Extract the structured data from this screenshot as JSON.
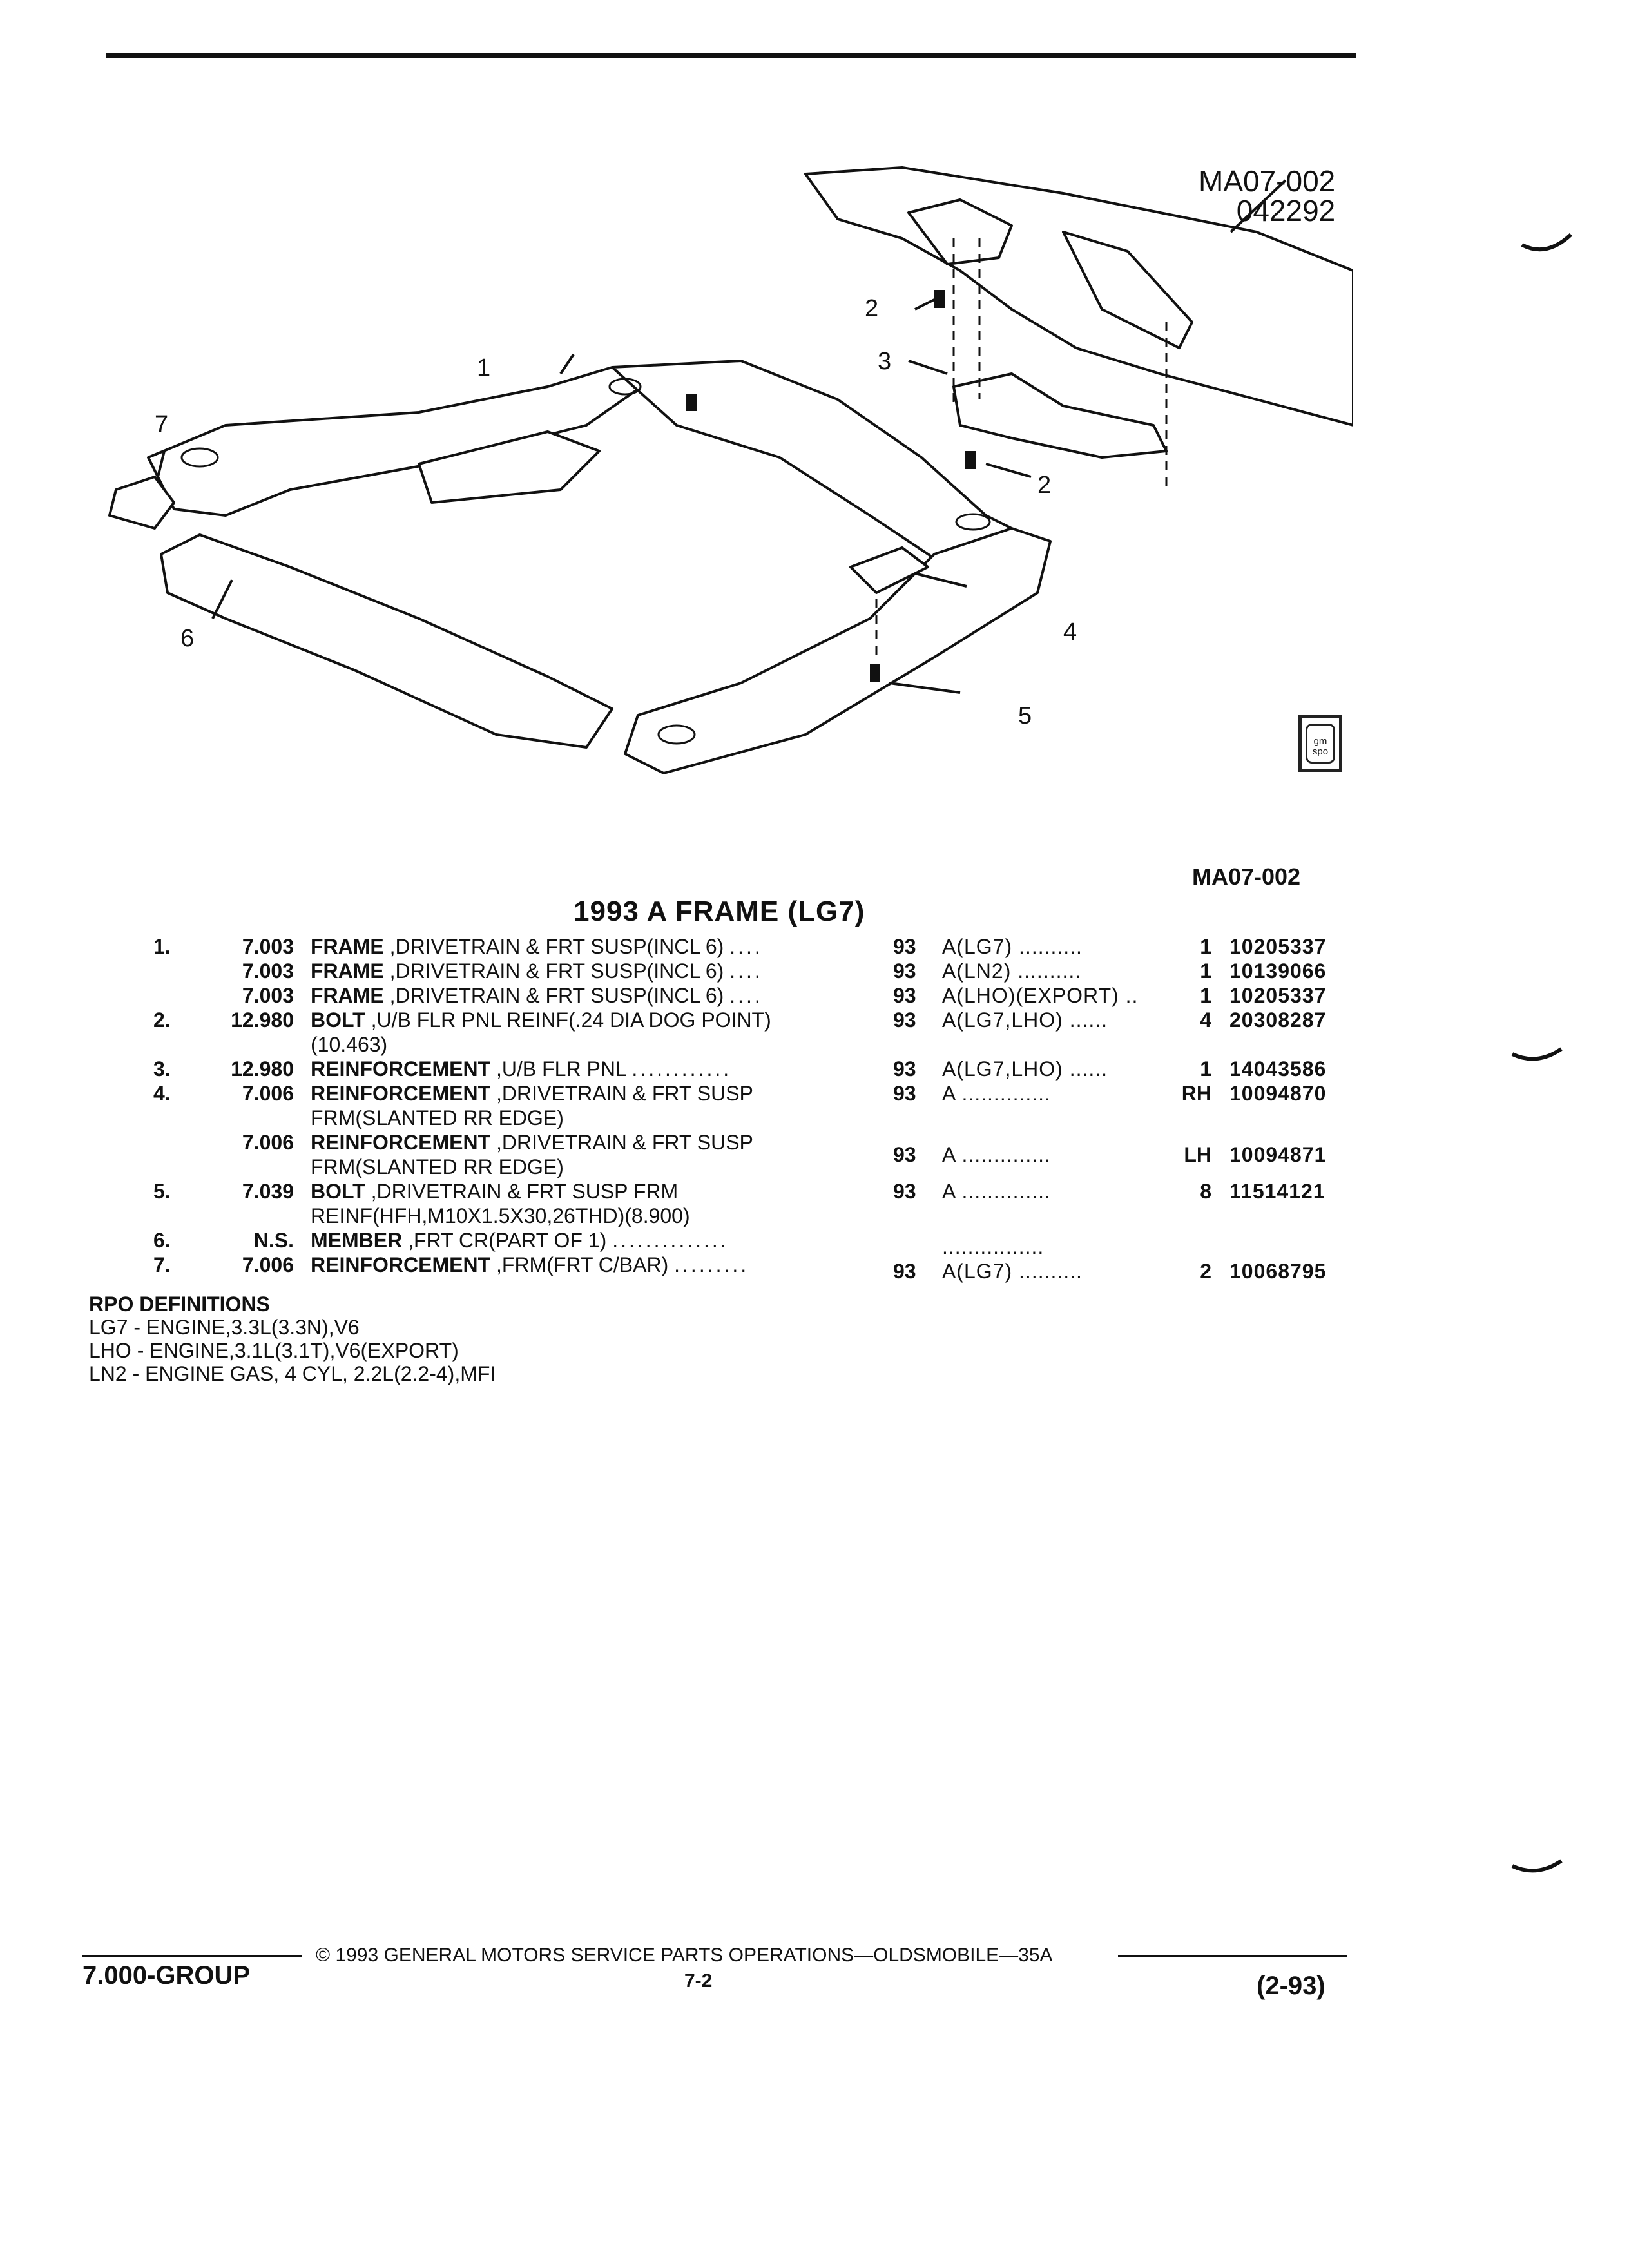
{
  "diagram": {
    "code": "MA07-002",
    "date_code": "042292",
    "callouts": [
      "1",
      "2",
      "2",
      "3",
      "4",
      "5",
      "6",
      "7"
    ],
    "logo_text": [
      "gm",
      "spo"
    ],
    "reference_code": "MA07-002"
  },
  "section": {
    "title": "1993 A FRAME (LG7)"
  },
  "parts": [
    {
      "no": "1.",
      "group": "7.003",
      "name": "FRAME",
      "desc": ",DRIVETRAIN & FRT SUSP(INCL 6)",
      "dots": "....",
      "desc2": "",
      "year": "93",
      "models": "A(LG7) ..........",
      "qty": "1",
      "part_number": "10205337"
    },
    {
      "no": "",
      "group": "7.003",
      "name": "FRAME",
      "desc": ",DRIVETRAIN & FRT SUSP(INCL 6)",
      "dots": "....",
      "desc2": "",
      "year": "93",
      "models": "A(LN2) ..........",
      "qty": "1",
      "part_number": "10139066"
    },
    {
      "no": "",
      "group": "7.003",
      "name": "FRAME",
      "desc": ",DRIVETRAIN & FRT SUSP(INCL 6)",
      "dots": "....",
      "desc2": "",
      "year": "93",
      "models": "A(LHO)(EXPORT) ..",
      "qty": "1",
      "part_number": "10205337"
    },
    {
      "no": "2.",
      "group": "12.980",
      "name": "BOLT",
      "desc": ",U/B FLR PNL REINF(.24 DIA DOG POINT)",
      "dots": "",
      "desc2": "(10.463)",
      "year": "93",
      "models": "A(LG7,LHO) ......",
      "qty": "4",
      "part_number": "20308287"
    },
    {
      "no": "3.",
      "group": "12.980",
      "name": "REINFORCEMENT",
      "desc": ",U/B FLR PNL",
      "dots": "............",
      "desc2": "",
      "year": "93",
      "models": "A(LG7,LHO) ......",
      "qty": "1",
      "part_number": "14043586"
    },
    {
      "no": "4.",
      "group": "7.006",
      "name": "REINFORCEMENT",
      "desc": ",DRIVETRAIN & FRT SUSP",
      "dots": "",
      "desc2": "FRM(SLANTED RR EDGE)",
      "year": "93",
      "models": "A ..............",
      "qty": "RH",
      "part_number": "10094870"
    },
    {
      "no": "",
      "group": "7.006",
      "name": "REINFORCEMENT",
      "desc": ",DRIVETRAIN & FRT SUSP",
      "dots": "",
      "desc2": "FRM(SLANTED RR EDGE)",
      "year": "93",
      "models": "A ..............",
      "qty": "LH",
      "part_number": "10094871"
    },
    {
      "no": "5.",
      "group": "7.039",
      "name": "BOLT",
      "desc": ",DRIVETRAIN & FRT SUSP FRM",
      "dots": "",
      "desc2": "REINF(HFH,M10X1.5X30,26THD)(8.900)",
      "year": "93",
      "models": "A ..............",
      "qty": "8",
      "part_number": "11514121"
    },
    {
      "no": "6.",
      "group": "N.S.",
      "name": "MEMBER",
      "desc": ",FRT CR(PART OF 1)",
      "dots": "..............",
      "desc2": "",
      "year": "",
      "models": "................",
      "qty": "",
      "part_number": ""
    },
    {
      "no": "7.",
      "group": "7.006",
      "name": "REINFORCEMENT",
      "desc": ",FRM(FRT C/BAR)",
      "dots": ".........",
      "desc2": "",
      "year": "93",
      "models": "A(LG7) ..........",
      "qty": "2",
      "part_number": "10068795"
    }
  ],
  "rpo": {
    "heading": "RPO DEFINITIONS",
    "lines": [
      "LG7 - ENGINE,3.3L(3.3N),V6",
      "LHO - ENGINE,3.1L(3.1T),V6(EXPORT)",
      "LN2 - ENGINE GAS, 4 CYL, 2.2L(2.2-4),MFI"
    ]
  },
  "footer": {
    "copyright": "© 1993 GENERAL MOTORS SERVICE PARTS OPERATIONS—OLDSMOBILE—35A",
    "group": "7.000-GROUP",
    "page": "7-2",
    "date": "(2-93)"
  }
}
